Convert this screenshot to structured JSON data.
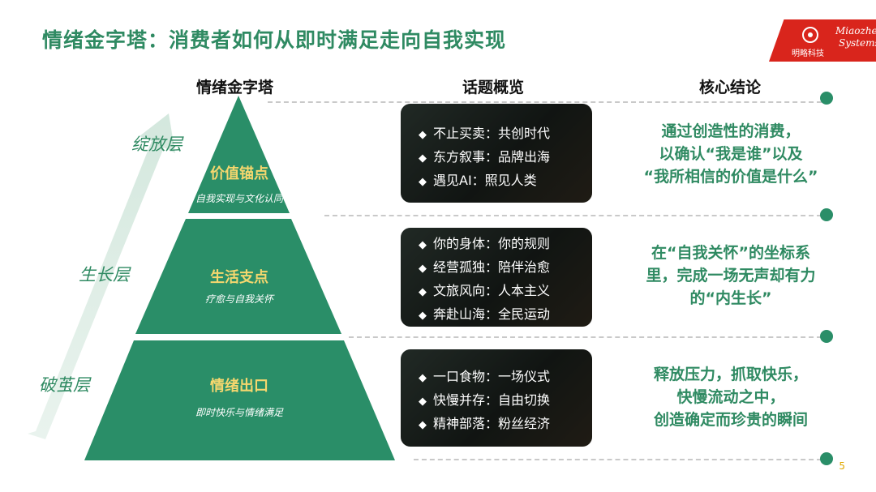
{
  "title": "情绪金字塔：消费者如何从即时满足走向自我实现",
  "logo": {
    "cn": "明略科技",
    "en_line1": "Miaozhen",
    "en_line2": "Systems"
  },
  "columns": {
    "pyramid": "情绪金字塔",
    "topics": "话题概览",
    "conclusion": "核心结论"
  },
  "layers": {
    "top": "绽放层",
    "middle": "生长层",
    "bottom": "破茧层"
  },
  "tiers": [
    {
      "title": "价值锚点",
      "subtitle": "自我实现与文化认同",
      "topics": [
        "不止买卖：共创时代",
        "东方叙事：品牌出海",
        "遇见AI：照见人类"
      ],
      "conclusion": [
        "通过创造性的消费，",
        "以确认“我是谁”以及",
        "“我所相信的价值是什么”"
      ]
    },
    {
      "title": "生活支点",
      "subtitle": "疗愈与自我关怀",
      "topics": [
        "你的身体：你的规则",
        "经营孤独：陪伴治愈",
        "文旅风向：人本主义",
        "奔赴山海：全民运动"
      ],
      "conclusion": [
        "在“自我关怀”的坐标系",
        "里，完成一场无声却有力",
        "的“内生长”"
      ]
    },
    {
      "title": "情绪出口",
      "subtitle": "即时快乐与情绪满足",
      "topics": [
        "一口食物：一场仪式",
        "快慢并存：自由切换",
        "精神部落：粉丝经济"
      ],
      "conclusion": [
        "释放压力，抓取快乐，",
        "快慢流动之中，",
        "创造确定而珍贵的瞬间"
      ]
    }
  ],
  "bullet": "◆",
  "page_number": "5",
  "colors": {
    "green": "#2f8a62",
    "pyramid": "#2a8e68",
    "accent": "#f5d76e",
    "logo": "#d9251c"
  }
}
